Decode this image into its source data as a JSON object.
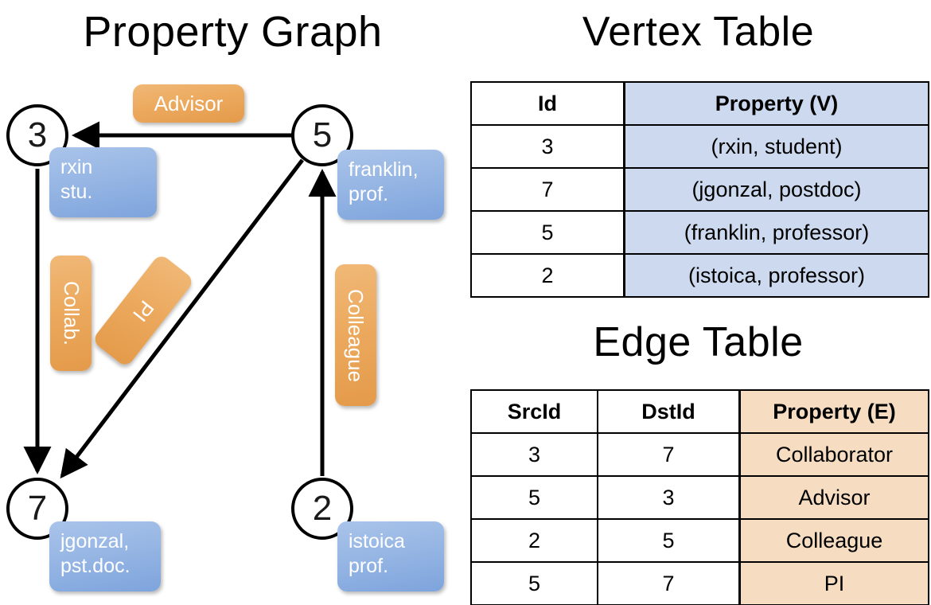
{
  "titles": {
    "property_graph": "Property Graph",
    "vertex_table": "Vertex Table",
    "edge_table": "Edge Table"
  },
  "colors": {
    "vertex_property_fill": "#ccd9ef",
    "edge_property_fill": "#f6ddc2",
    "vertex_box_fill": "#98b7e4",
    "edge_label_fill": "#ecaa5f",
    "stroke": "#000000",
    "node_text": "#1a1a1a"
  },
  "graph": {
    "nodes": [
      {
        "id": "3",
        "property_line1": "rxin",
        "property_line2": "stu."
      },
      {
        "id": "5",
        "property_line1": "franklin,",
        "property_line2": "prof."
      },
      {
        "id": "7",
        "property_line1": "jgonzal,",
        "property_line2": "pst.doc."
      },
      {
        "id": "2",
        "property_line1": "istoica",
        "property_line2": "prof."
      }
    ],
    "edge_labels": [
      {
        "text": "Advisor",
        "orientation": "horizontal"
      },
      {
        "text": "Collab.",
        "orientation": "vertical-down"
      },
      {
        "text": "PI",
        "orientation": "vertical-down-rotated"
      },
      {
        "text": "Colleague",
        "orientation": "vertical-down"
      }
    ],
    "edges": [
      {
        "src": "5",
        "dst": "3",
        "label": "Advisor"
      },
      {
        "src": "3",
        "dst": "7",
        "label": "Collab."
      },
      {
        "src": "5",
        "dst": "7",
        "label": "PI"
      },
      {
        "src": "2",
        "dst": "5",
        "label": "Colleague"
      }
    ]
  },
  "vertex_table": {
    "headers": [
      "Id",
      "Property (V)"
    ],
    "rows": [
      {
        "id": "3",
        "property": "(rxin, student)"
      },
      {
        "id": "7",
        "property": "(jgonzal, postdoc)"
      },
      {
        "id": "5",
        "property": "(franklin, professor)"
      },
      {
        "id": "2",
        "property": "(istoica, professor)"
      }
    ]
  },
  "edge_table": {
    "headers": [
      "SrcId",
      "DstId",
      "Property (E)"
    ],
    "rows": [
      {
        "src": "3",
        "dst": "7",
        "property": "Collaborator"
      },
      {
        "src": "5",
        "dst": "3",
        "property": "Advisor"
      },
      {
        "src": "2",
        "dst": "5",
        "property": "Colleague"
      },
      {
        "src": "5",
        "dst": "7",
        "property": "PI"
      }
    ]
  }
}
